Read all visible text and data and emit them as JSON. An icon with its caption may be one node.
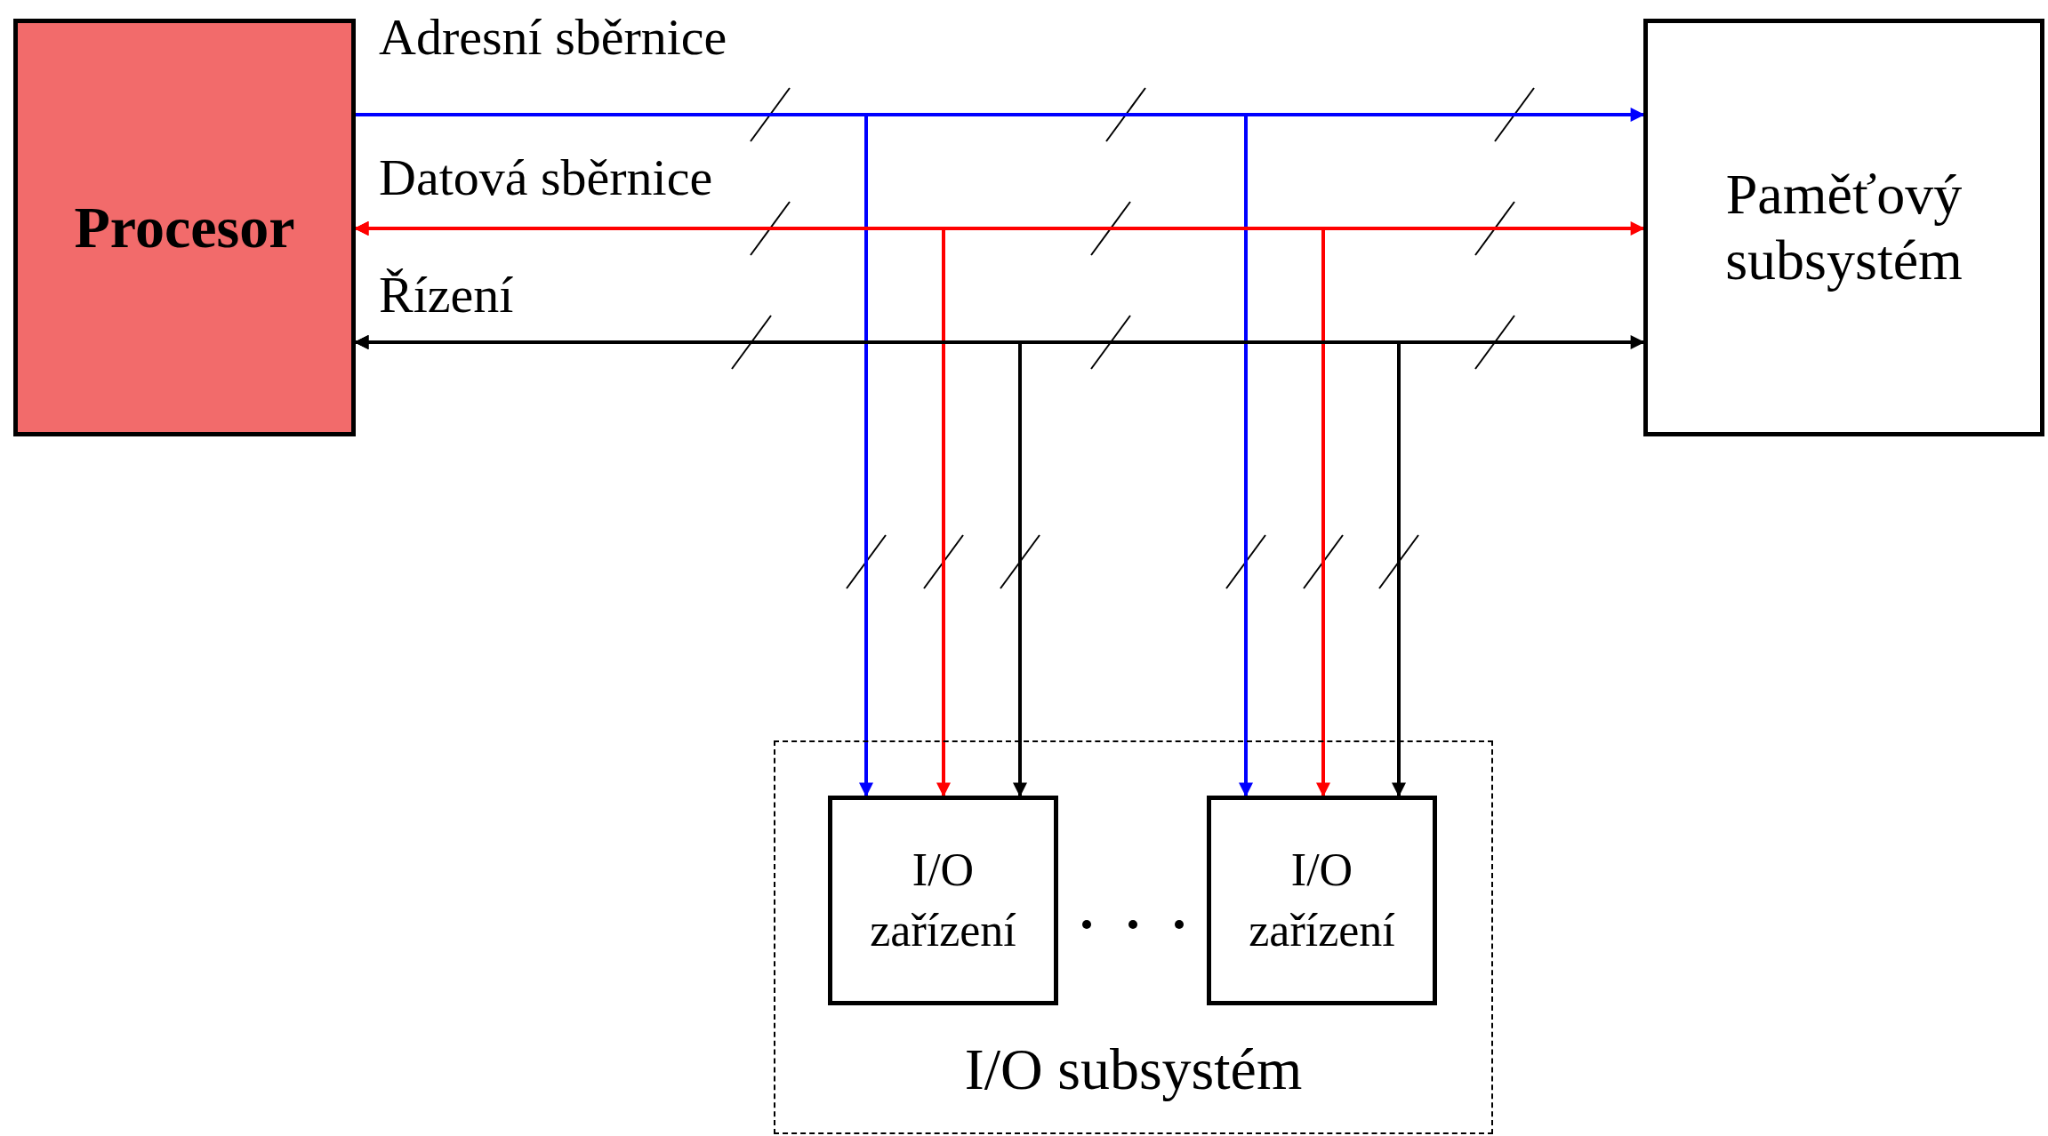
{
  "diagram": {
    "nodes": [
      {
        "text": [
          "Procesor"
        ]
      },
      {
        "text": [
          "Paměťový subsystém"
        ]
      },
      {
        "text": [
          "I/O subsystém"
        ]
      },
      {
        "text": [
          "I/O zařízení"
        ],
        "in": 2
      },
      {
        "text": [
          "I/O zařízení"
        ],
        "in": 2
      }
    ],
    "edges": [
      {
        "from": 0,
        "to": 1,
        "arrow": "to",
        "label": "Adresní sběrnice",
        "color": "#0000ff"
      },
      {
        "from": 0,
        "to": 3,
        "arrow": "to",
        "color": "#0000ff"
      },
      {
        "from": 0,
        "to": 4,
        "arrow": "to",
        "color": "#0000ff"
      },
      {
        "from": 0,
        "to": 1,
        "arrow": "both",
        "label": "Datová sběrnice",
        "color": "#ff0000"
      },
      {
        "from": 0,
        "to": 3,
        "arrow": "both",
        "color": "#ff0000"
      },
      {
        "from": 0,
        "to": 4,
        "arrow": "both",
        "color": "#ff0000"
      },
      {
        "from": 0,
        "to": 1,
        "arrow": "both",
        "label": "Řízení",
        "color": "#000000"
      },
      {
        "from": 0,
        "to": 3,
        "arrow": "both",
        "color": "#000000"
      },
      {
        "from": 0,
        "to": 4,
        "arrow": "both",
        "color": "#000000"
      }
    ]
  }
}
